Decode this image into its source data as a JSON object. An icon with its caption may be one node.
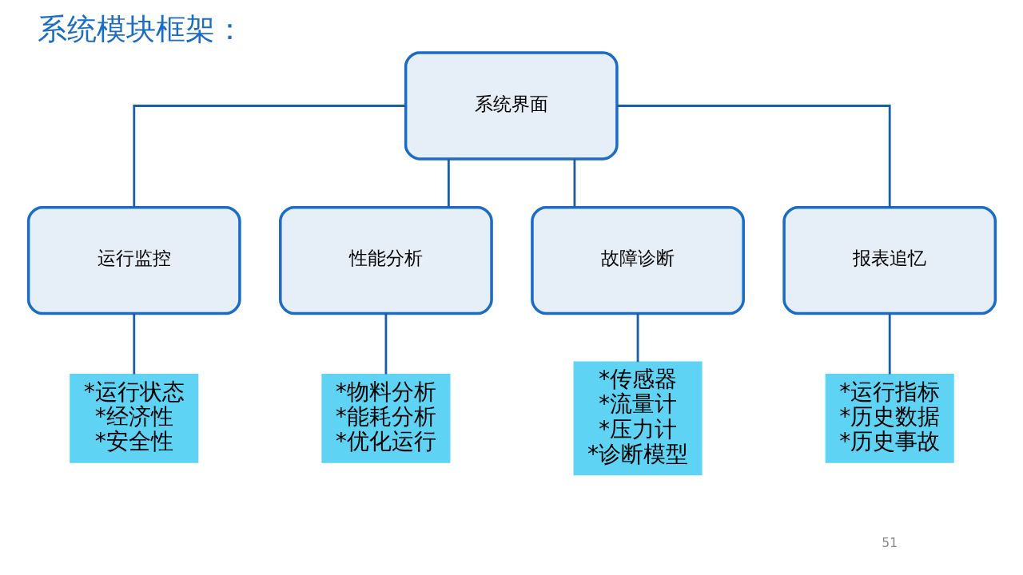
{
  "diagram": {
    "title": "系统模块框架：",
    "nodes": [
      {
        "text": [
          "系统界面"
        ]
      },
      {
        "text": [
          "运行监控"
        ]
      },
      {
        "text": [
          "性能分析"
        ]
      },
      {
        "text": [
          "故障诊断"
        ]
      },
      {
        "text": [
          "报表追忆"
        ]
      },
      {
        "text": [
          "*运行状态",
          "*经济性",
          "*安全性"
        ]
      },
      {
        "text": [
          "*物料分析",
          "*能耗分析",
          "*优化运行"
        ]
      },
      {
        "text": [
          "*传感器",
          "*流量计",
          "*压力计",
          "*诊断模型"
        ]
      },
      {
        "text": [
          "*运行指标",
          "*历史数据",
          "*历史事故"
        ]
      }
    ],
    "edges": [
      {
        "from": 0,
        "to": 1,
        "arrow": "none"
      },
      {
        "from": 0,
        "to": 2,
        "arrow": "none"
      },
      {
        "from": 0,
        "to": 3,
        "arrow": "none"
      },
      {
        "from": 0,
        "to": 4,
        "arrow": "none"
      },
      {
        "from": 1,
        "to": 5,
        "arrow": "none"
      },
      {
        "from": 2,
        "to": 6,
        "arrow": "none"
      },
      {
        "from": 3,
        "to": 7,
        "arrow": "none"
      },
      {
        "from": 4,
        "to": 8,
        "arrow": "none"
      }
    ],
    "labels": [
      "51"
    ]
  }
}
